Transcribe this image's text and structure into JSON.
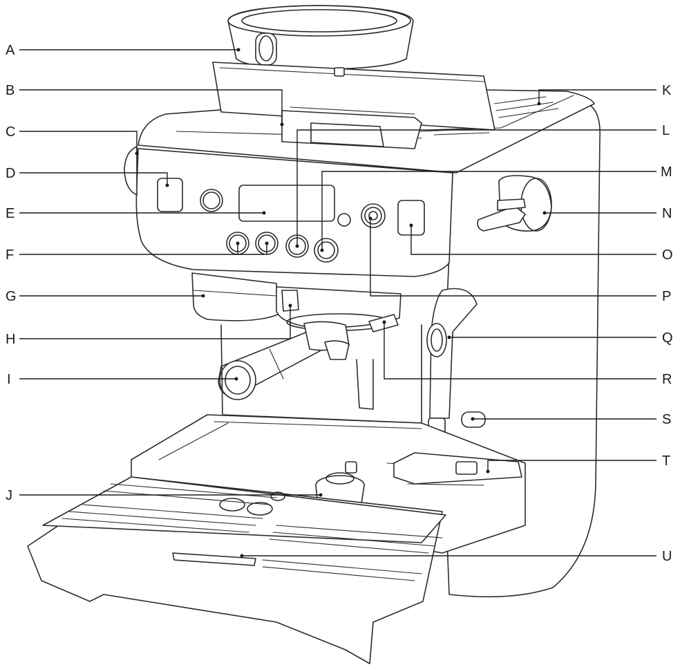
{
  "labels": {
    "A": "A",
    "B": "B",
    "C": "C",
    "D": "D",
    "E": "E",
    "F": "F",
    "G": "G",
    "H": "H",
    "I": "I",
    "J": "J",
    "K": "K",
    "L": "L",
    "M": "M",
    "N": "N",
    "O": "O",
    "P": "P",
    "Q": "Q",
    "R": "R",
    "S": "S",
    "T": "T",
    "U": "U"
  },
  "colors": {
    "line": "#1a1a1a",
    "background": "#ffffff"
  }
}
